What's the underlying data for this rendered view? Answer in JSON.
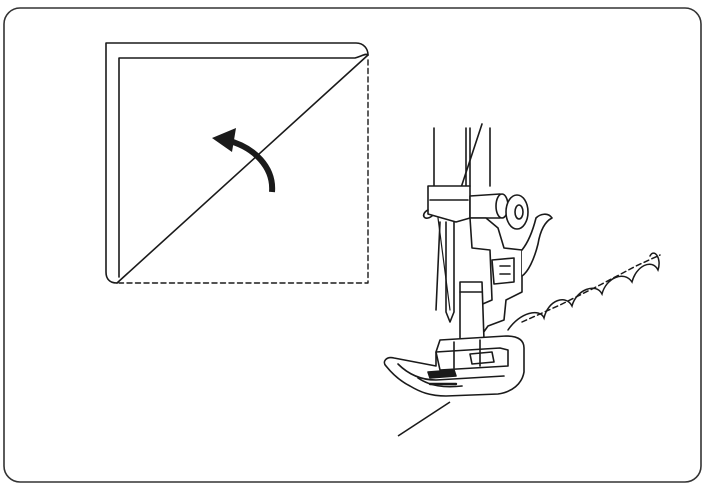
{
  "figure": {
    "panels": [
      "folded-fabric-corner",
      "sewing-presser-foot"
    ],
    "stroke_color": "#1a1a1a",
    "background_color": "#ffffff",
    "border_color": "#333333",
    "icons": {
      "fold": "curved-arrow-icon",
      "foot": "presser-foot-icon",
      "stitch": "shell-stitch-icon"
    },
    "stitch_scallops": 5
  }
}
